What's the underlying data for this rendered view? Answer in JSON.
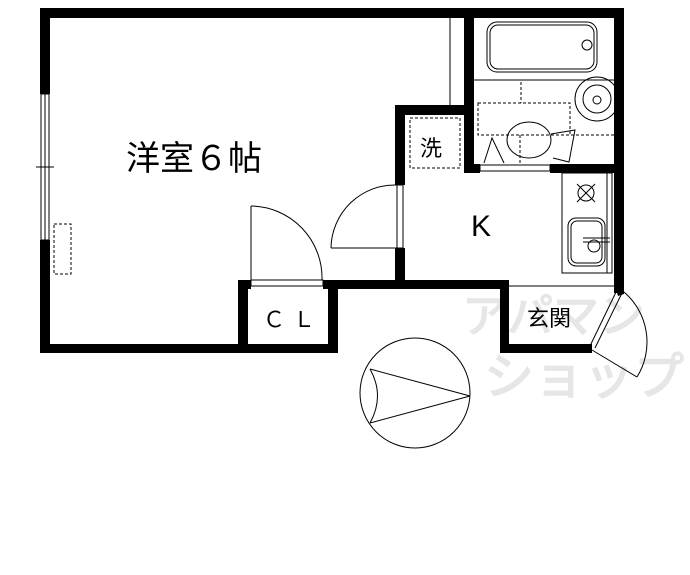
{
  "floor_plan": {
    "rooms": {
      "western_room": {
        "label": "洋室６帖"
      },
      "kitchen": {
        "label": "K"
      },
      "closet": {
        "label": "ＣＬ"
      },
      "entrance": {
        "label": "玄関"
      },
      "washer": {
        "label": "洗"
      }
    },
    "fixtures": [
      "bathtub",
      "toilet",
      "wash-basin",
      "gas-stove",
      "kitchen-sink",
      "washing-machine-space"
    ],
    "watermark": {
      "line1": "アパマン",
      "line2": "ショップ"
    },
    "colors": {
      "wall": "#000000",
      "background": "#ffffff",
      "watermark": "#e6e6e6"
    }
  }
}
